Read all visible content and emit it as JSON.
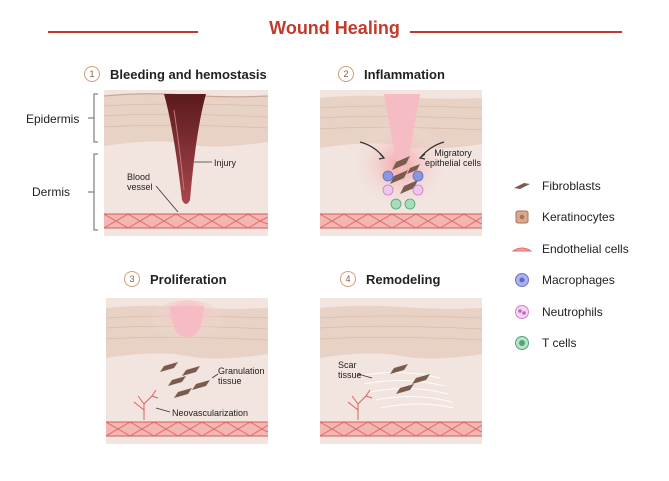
{
  "title": "Wound Healing",
  "side_labels": {
    "epidermis": "Epidermis",
    "dermis": "Dermis"
  },
  "panels": [
    {
      "number": "1",
      "title": "Bleeding and hemostasis",
      "labels": {
        "injury": "Injury",
        "blood_vessel": "Blood vessel"
      }
    },
    {
      "number": "2",
      "title": "Inflammation",
      "labels": {
        "migratory": "Migratory epithelial cells"
      }
    },
    {
      "number": "3",
      "title": "Proliferation",
      "labels": {
        "granulation": "Granulation tissue",
        "neovascularization": "Neovascularization"
      }
    },
    {
      "number": "4",
      "title": "Remodeling",
      "labels": {
        "scar": "Scar tissue"
      }
    }
  ],
  "legend": [
    {
      "label": "Fibroblasts",
      "icon": "fibroblast-icon",
      "color": "#7a5c4e"
    },
    {
      "label": "Keratinocytes",
      "icon": "keratinocyte-icon",
      "color": "#c9967a"
    },
    {
      "label": "Endothelial cells",
      "icon": "endothelial-icon",
      "color": "#e46b6b"
    },
    {
      "label": "Macrophages",
      "icon": "macrophage-icon",
      "color": "#8b96e0"
    },
    {
      "label": "Neutrophils",
      "icon": "neutrophil-icon",
      "color": "#e7a6e0"
    },
    {
      "label": "T cells",
      "icon": "tcell-icon",
      "color": "#6cc08d"
    }
  ],
  "colors": {
    "accent": "#c23a2b",
    "skin": "#f2e4df",
    "epidermis": "#e7cfc2",
    "blood": "#8b2a2e",
    "vessel": "#e46b6b"
  }
}
